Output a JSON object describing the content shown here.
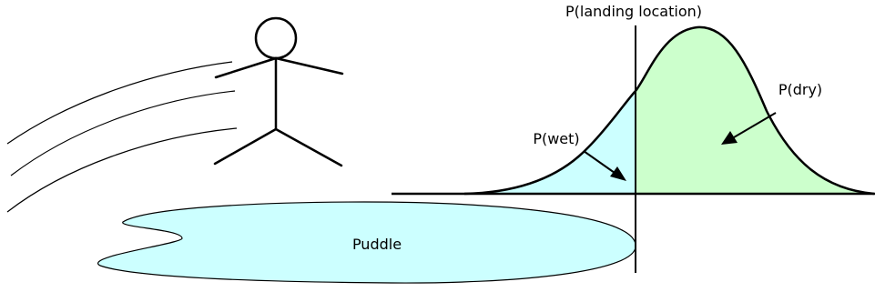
{
  "labels": {
    "curve_title": "P(landing location)",
    "wet": "P(wet)",
    "dry": "P(dry)",
    "puddle": "Puddle"
  },
  "colors": {
    "wet_fill": "#ccffff",
    "dry_fill": "#ccffcc",
    "puddle_fill": "#ccffff",
    "stroke": "#000000"
  }
}
